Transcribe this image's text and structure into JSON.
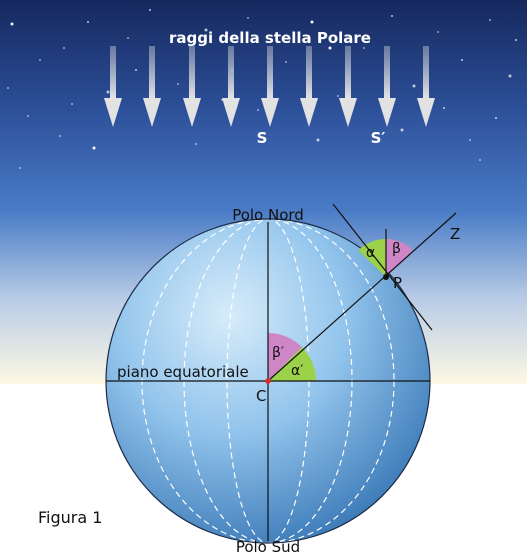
{
  "title": "raggi della stella Polare",
  "rays": {
    "label_s": "S",
    "label_s_prime": "S′"
  },
  "globe": {
    "north_pole": "Polo Nord",
    "south_pole": "Polo Sud",
    "equatorial_plane": "piano equatoriale",
    "center": "C",
    "point": "P",
    "zenith": "Z"
  },
  "angles": {
    "alpha": "α",
    "beta": "β",
    "alpha_prime": "α′",
    "beta_prime": "β′"
  },
  "caption": "Figura 1",
  "colors": {
    "sky_top": "#16285e",
    "sky_mid": "#3f6fbf",
    "horizon": "#fdf8e4",
    "globe_light": "#bfe0f6",
    "globe_dark": "#3576b7",
    "angle_green": "#9bd24a",
    "angle_pink": "#cf86c6",
    "arrow": "#d8d8d8",
    "center_point": "#e02a2a"
  }
}
